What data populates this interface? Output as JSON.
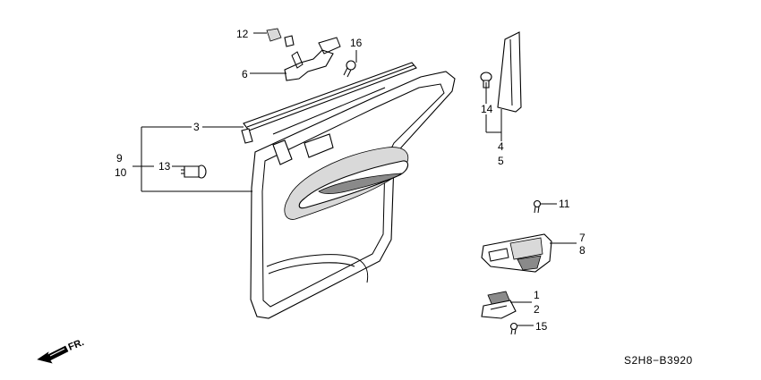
{
  "labels": {
    "p1": "1",
    "p2": "2",
    "p3": "3",
    "p4": "4",
    "p5": "5",
    "p6": "6",
    "p7": "7",
    "p8": "8",
    "p9": "9",
    "p10": "10",
    "p11": "11",
    "p12": "12",
    "p13": "13",
    "p14": "14",
    "p15": "15",
    "p16": "16"
  },
  "diagram_code": "S2H8−B3920",
  "direction_label": "FR."
}
